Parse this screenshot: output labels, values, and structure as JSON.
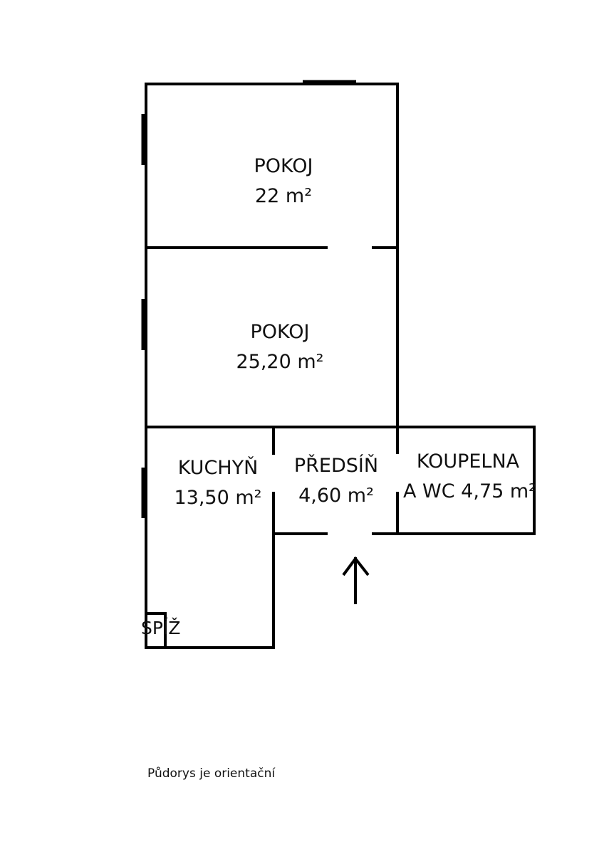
{
  "rooms": [
    {
      "name": "POKOJ",
      "area": "22 m²"
    },
    {
      "name": "POKOJ",
      "area": "25,20 m²"
    },
    {
      "name": "KUCHYŇ",
      "area": "13,50 m²"
    },
    {
      "name": "PŘEDSÍŇ",
      "area": "4,60 m²"
    },
    {
      "name": "KOUPELNA",
      "area": "A WC 4,75 m²"
    },
    {
      "name": "SPÍŽ"
    }
  ],
  "note": "Půdorys je orientační",
  "colors": {
    "wall": "#000000",
    "background": "#ffffff"
  }
}
